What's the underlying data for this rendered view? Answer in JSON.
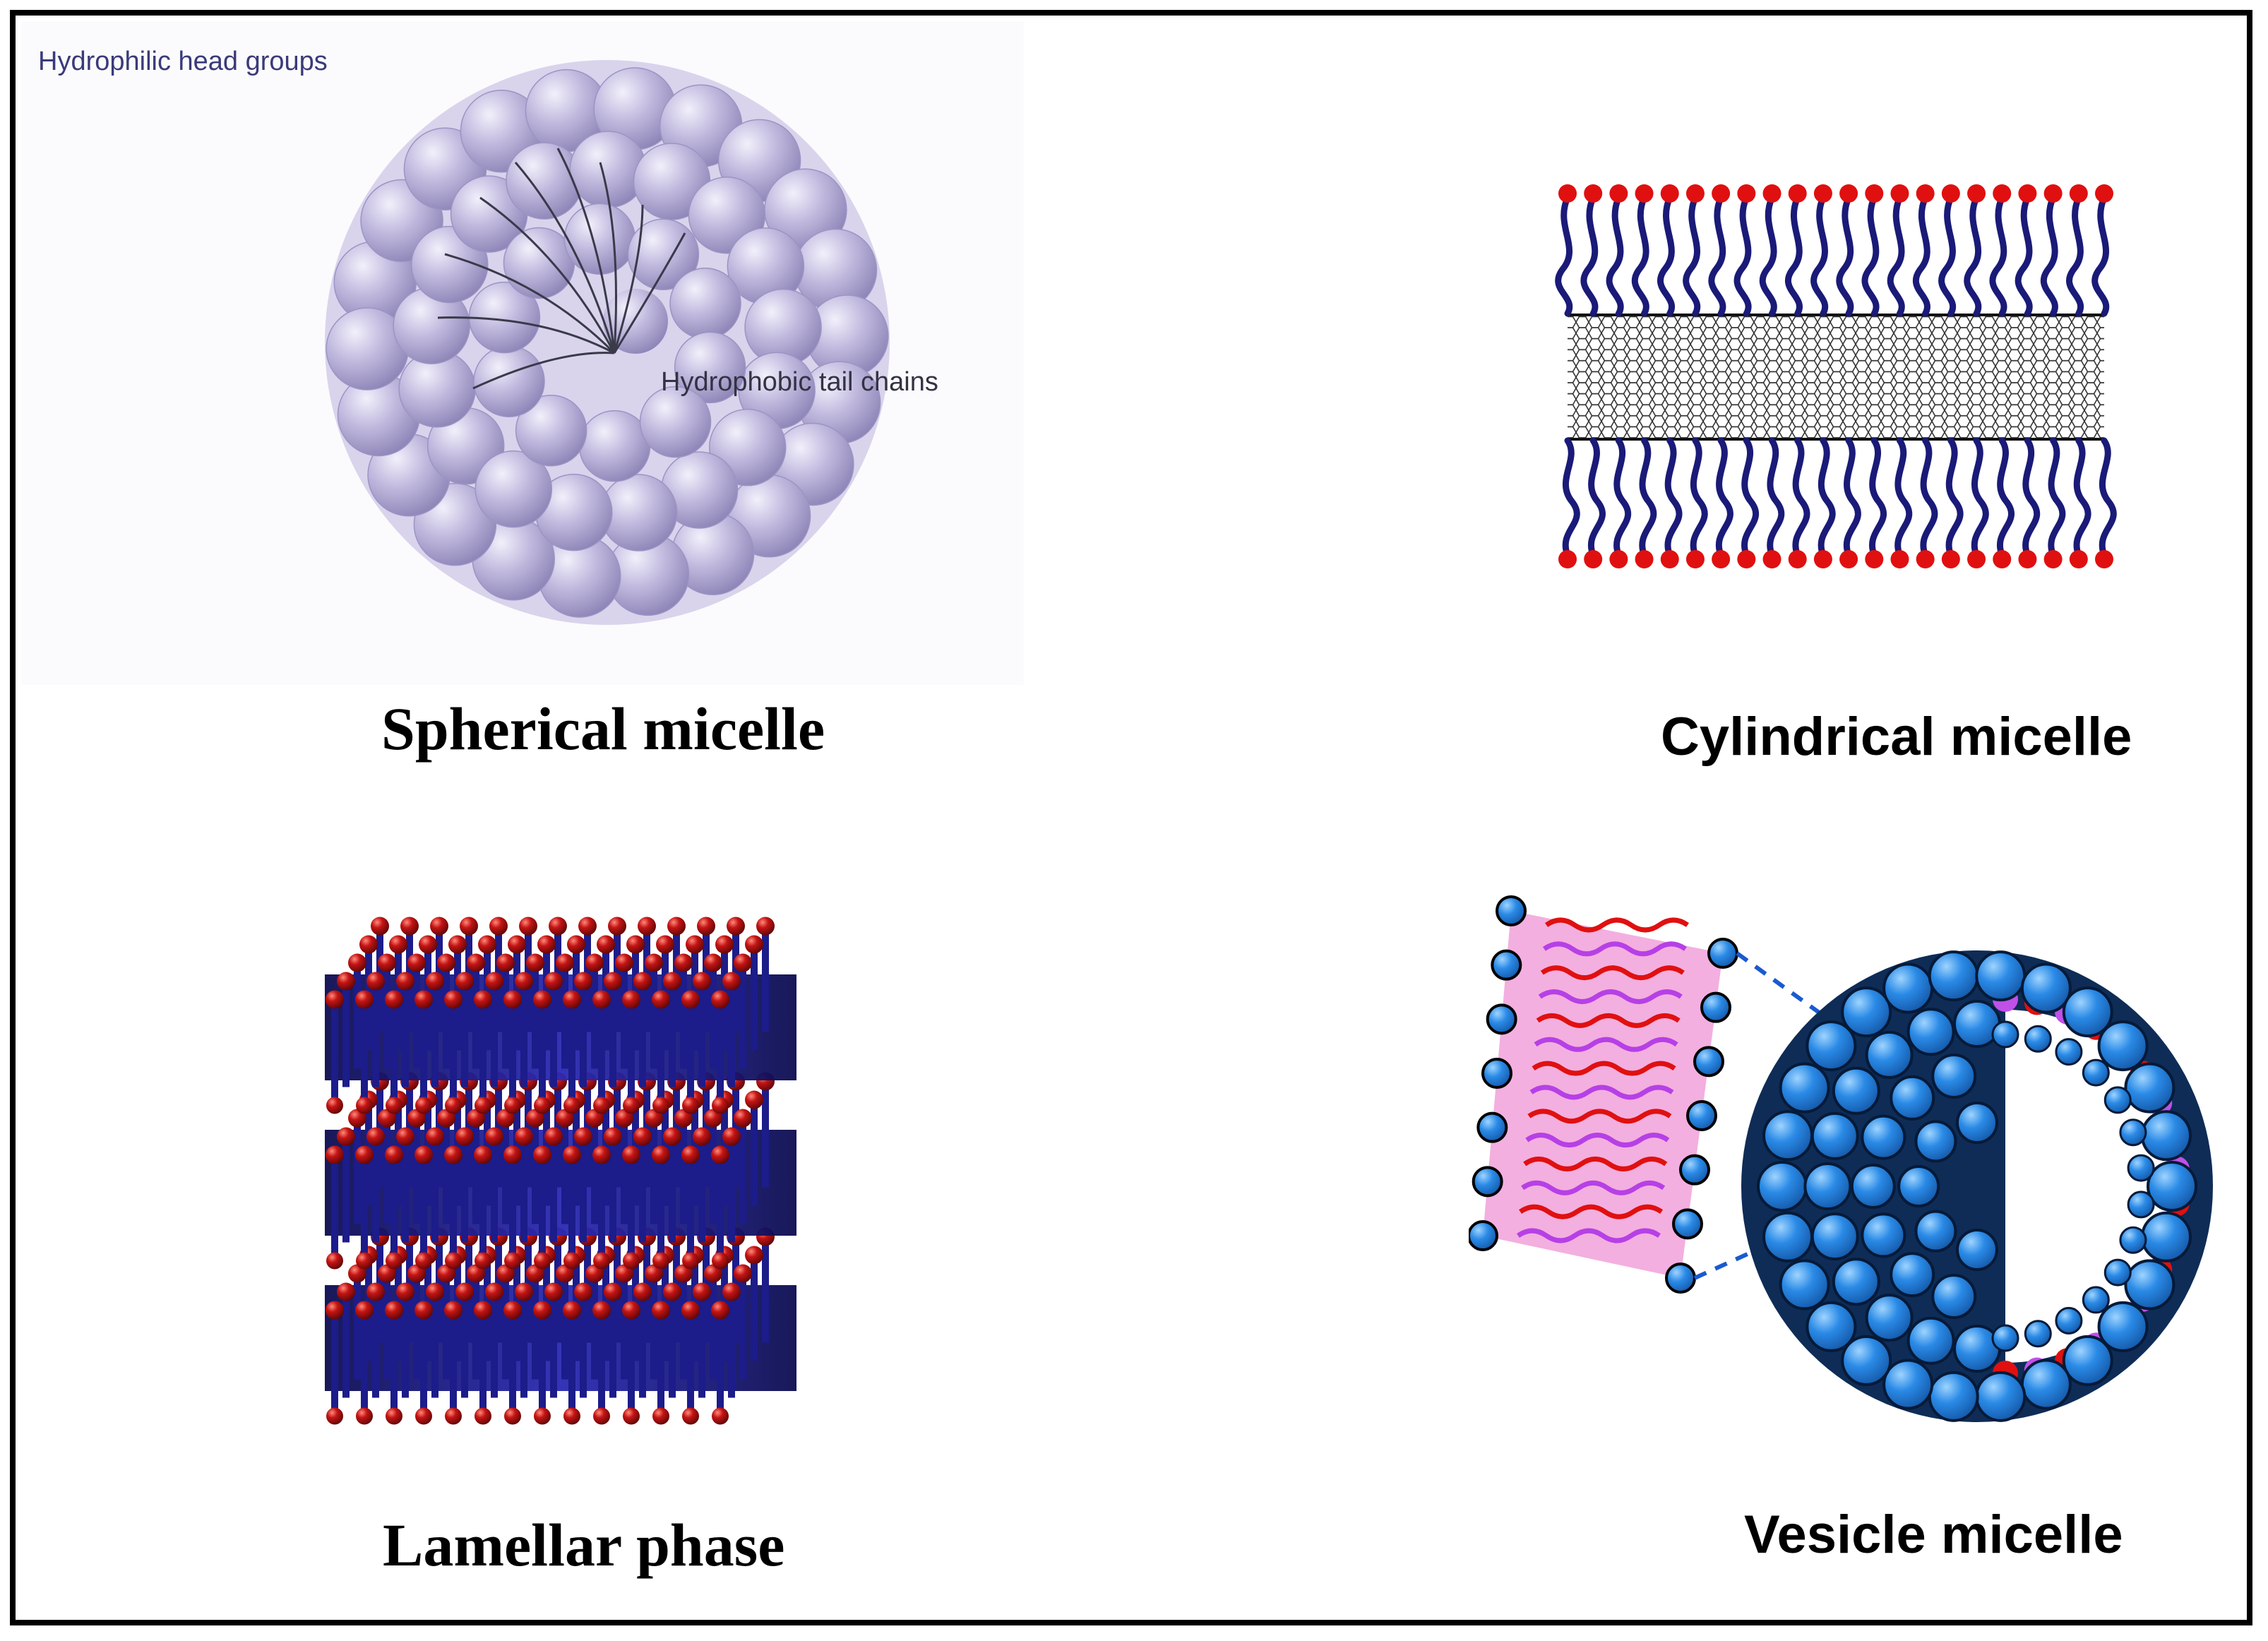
{
  "panels": {
    "spherical": {
      "caption": "Spherical micelle",
      "label_heads": "Hydrophilic head groups",
      "label_tails": "Hydrophobic tail chains"
    },
    "cylindrical": {
      "caption": "Cylindrical micelle"
    },
    "lamellar": {
      "caption": "Lamellar phase"
    },
    "vesicle": {
      "caption": "Vesicle micelle"
    }
  },
  "colors": {
    "sphere_fill": "#b8b0d8",
    "head_red": "#e01010",
    "tail_navy": "#1a1a78",
    "lamellar_head": "#8a1010",
    "lamellar_tail": "#1c1c8a",
    "vesicle_blue": "#2a8ae6",
    "vesicle_pink": "#f2a6dc"
  }
}
